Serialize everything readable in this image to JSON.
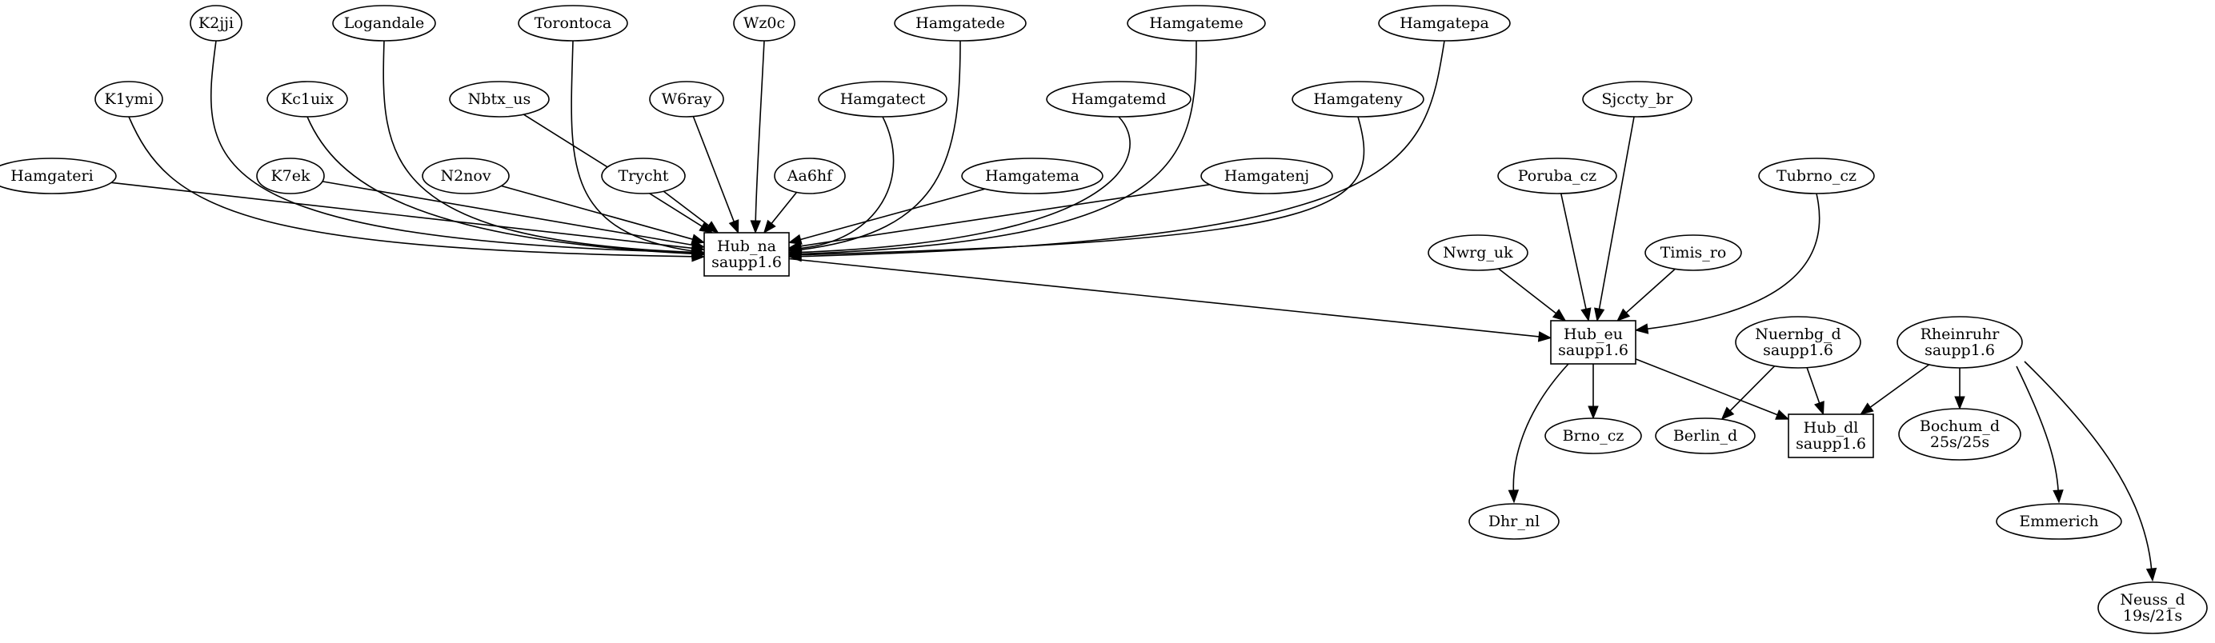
{
  "graph": {
    "nodes": [
      {
        "id": "K2jji",
        "label": [
          "K2jji"
        ],
        "shape": "ellipse"
      },
      {
        "id": "Logandale",
        "label": [
          "Logandale"
        ],
        "shape": "ellipse"
      },
      {
        "id": "Torontoca",
        "label": [
          "Torontoca"
        ],
        "shape": "ellipse"
      },
      {
        "id": "Wz0c",
        "label": [
          "Wz0c"
        ],
        "shape": "ellipse"
      },
      {
        "id": "Hamgatede",
        "label": [
          "Hamgatede"
        ],
        "shape": "ellipse"
      },
      {
        "id": "Hamgateme",
        "label": [
          "Hamgateme"
        ],
        "shape": "ellipse"
      },
      {
        "id": "Hamgatepa",
        "label": [
          "Hamgatepa"
        ],
        "shape": "ellipse"
      },
      {
        "id": "K1ymi",
        "label": [
          "K1ymi"
        ],
        "shape": "ellipse"
      },
      {
        "id": "Kc1uix",
        "label": [
          "Kc1uix"
        ],
        "shape": "ellipse"
      },
      {
        "id": "Nbtx_us",
        "label": [
          "Nbtx_us"
        ],
        "shape": "ellipse"
      },
      {
        "id": "W6ray",
        "label": [
          "W6ray"
        ],
        "shape": "ellipse"
      },
      {
        "id": "Hamgatect",
        "label": [
          "Hamgatect"
        ],
        "shape": "ellipse"
      },
      {
        "id": "Hamgatemd",
        "label": [
          "Hamgatemd"
        ],
        "shape": "ellipse"
      },
      {
        "id": "Hamgateny",
        "label": [
          "Hamgateny"
        ],
        "shape": "ellipse"
      },
      {
        "id": "Sjccty_br",
        "label": [
          "Sjccty_br"
        ],
        "shape": "ellipse"
      },
      {
        "id": "Hamgateri",
        "label": [
          "Hamgateri"
        ],
        "shape": "ellipse"
      },
      {
        "id": "K7ek",
        "label": [
          "K7ek"
        ],
        "shape": "ellipse"
      },
      {
        "id": "N2nov",
        "label": [
          "N2nov"
        ],
        "shape": "ellipse"
      },
      {
        "id": "Trycht",
        "label": [
          "Trycht"
        ],
        "shape": "ellipse"
      },
      {
        "id": "Aa6hf",
        "label": [
          "Aa6hf"
        ],
        "shape": "ellipse"
      },
      {
        "id": "Hamgatema",
        "label": [
          "Hamgatema"
        ],
        "shape": "ellipse"
      },
      {
        "id": "Hamgatenj",
        "label": [
          "Hamgatenj"
        ],
        "shape": "ellipse"
      },
      {
        "id": "Poruba_cz",
        "label": [
          "Poruba_cz"
        ],
        "shape": "ellipse"
      },
      {
        "id": "Tubrno_cz",
        "label": [
          "Tubrno_cz"
        ],
        "shape": "ellipse"
      },
      {
        "id": "Hub_na",
        "label": [
          "Hub_na",
          "saupp1.6"
        ],
        "shape": "box"
      },
      {
        "id": "Nwrg_uk",
        "label": [
          "Nwrg_uk"
        ],
        "shape": "ellipse"
      },
      {
        "id": "Timis_ro",
        "label": [
          "Timis_ro"
        ],
        "shape": "ellipse"
      },
      {
        "id": "Hub_eu",
        "label": [
          "Hub_eu",
          "saupp1.6"
        ],
        "shape": "box"
      },
      {
        "id": "Nuernbg_d",
        "label": [
          "Nuernbg_d",
          "saupp1.6"
        ],
        "shape": "ellipse"
      },
      {
        "id": "Rheinruhr",
        "label": [
          "Rheinruhr",
          "saupp1.6"
        ],
        "shape": "ellipse"
      },
      {
        "id": "Brno_cz",
        "label": [
          "Brno_cz"
        ],
        "shape": "ellipse"
      },
      {
        "id": "Berlin_d",
        "label": [
          "Berlin_d"
        ],
        "shape": "ellipse"
      },
      {
        "id": "Hub_dl",
        "label": [
          "Hub_dl",
          "saupp1.6"
        ],
        "shape": "box"
      },
      {
        "id": "Bochum_d",
        "label": [
          "Bochum_d",
          "25s/25s"
        ],
        "shape": "ellipse"
      },
      {
        "id": "Dhr_nl",
        "label": [
          "Dhr_nl"
        ],
        "shape": "ellipse"
      },
      {
        "id": "Emmerich",
        "label": [
          "Emmerich"
        ],
        "shape": "ellipse"
      },
      {
        "id": "Neuss_d",
        "label": [
          "Neuss_d",
          "19s/21s"
        ],
        "shape": "ellipse"
      }
    ],
    "edges": [
      {
        "from": "K2jji",
        "to": "Hub_na"
      },
      {
        "from": "Logandale",
        "to": "Hub_na"
      },
      {
        "from": "Torontoca",
        "to": "Hub_na"
      },
      {
        "from": "Wz0c",
        "to": "Hub_na"
      },
      {
        "from": "Hamgatede",
        "to": "Hub_na"
      },
      {
        "from": "Hamgateme",
        "to": "Hub_na"
      },
      {
        "from": "Hamgatepa",
        "to": "Hub_na"
      },
      {
        "from": "K1ymi",
        "to": "Hub_na"
      },
      {
        "from": "Kc1uix",
        "to": "Hub_na"
      },
      {
        "from": "Nbtx_us",
        "to": "Hub_na"
      },
      {
        "from": "W6ray",
        "to": "Hub_na"
      },
      {
        "from": "Hamgatect",
        "to": "Hub_na"
      },
      {
        "from": "Hamgatemd",
        "to": "Hub_na"
      },
      {
        "from": "Hamgateny",
        "to": "Hub_na"
      },
      {
        "from": "Hamgateri",
        "to": "Hub_na"
      },
      {
        "from": "K7ek",
        "to": "Hub_na"
      },
      {
        "from": "N2nov",
        "to": "Hub_na"
      },
      {
        "from": "Trycht",
        "to": "Hub_na"
      },
      {
        "from": "Aa6hf",
        "to": "Hub_na"
      },
      {
        "from": "Hamgatema",
        "to": "Hub_na"
      },
      {
        "from": "Hamgatenj",
        "to": "Hub_na"
      },
      {
        "from": "Hub_na",
        "to": "Hub_eu"
      },
      {
        "from": "Sjccty_br",
        "to": "Hub_eu"
      },
      {
        "from": "Poruba_cz",
        "to": "Hub_eu"
      },
      {
        "from": "Nwrg_uk",
        "to": "Hub_eu"
      },
      {
        "from": "Timis_ro",
        "to": "Hub_eu"
      },
      {
        "from": "Tubrno_cz",
        "to": "Hub_eu"
      },
      {
        "from": "Hub_eu",
        "to": "Dhr_nl"
      },
      {
        "from": "Hub_eu",
        "to": "Brno_cz"
      },
      {
        "from": "Hub_eu",
        "to": "Hub_dl"
      },
      {
        "from": "Nuernbg_d",
        "to": "Berlin_d"
      },
      {
        "from": "Nuernbg_d",
        "to": "Hub_dl"
      },
      {
        "from": "Rheinruhr",
        "to": "Hub_dl"
      },
      {
        "from": "Rheinruhr",
        "to": "Bochum_d"
      },
      {
        "from": "Rheinruhr",
        "to": "Emmerich"
      },
      {
        "from": "Rheinruhr",
        "to": "Neuss_d"
      }
    ]
  }
}
